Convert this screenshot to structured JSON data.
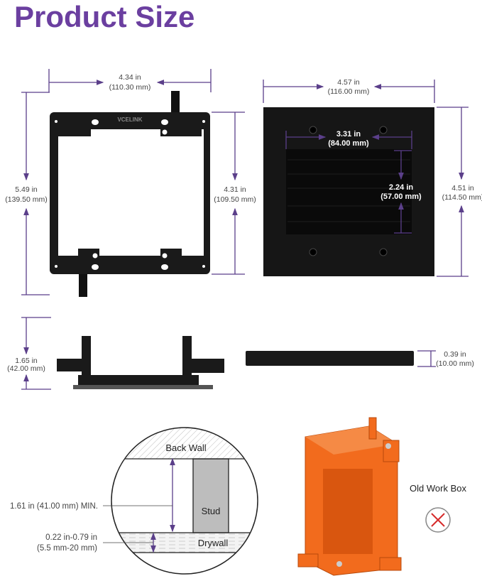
{
  "title": "Product Size",
  "brand_logo": "VCELINK",
  "colors": {
    "title": "#6b3fa0",
    "dimension_lines": "#5b3f8a",
    "box": "#f26b1d",
    "no_mark": "#d62b2b"
  },
  "bracket_front": {
    "width": {
      "in": "4.34 in",
      "mm": "(110.30 mm)"
    },
    "height_total": {
      "in": "5.49 in",
      "mm": "(139.50 mm)"
    },
    "height_frame": {
      "in": "4.31 in",
      "mm": "(109.50 mm)"
    }
  },
  "wall_plate": {
    "width": {
      "in": "4.57 in",
      "mm": "(116.00 mm)"
    },
    "height": {
      "in": "4.51 in",
      "mm": "(114.50 mm)"
    },
    "opening_width": {
      "in": "3.31 in",
      "mm": "(84.00 mm)"
    },
    "opening_height": {
      "in": "2.24 in",
      "mm": "(57.00 mm)"
    }
  },
  "bracket_side": {
    "depth": {
      "in": "1.65 in",
      "mm": "(42.00 mm)"
    }
  },
  "plate_side": {
    "thickness": {
      "in": "0.39 in",
      "mm": "(10.00 mm)"
    }
  },
  "wall_section": {
    "back_wall": "Back Wall",
    "stud": "Stud",
    "drywall": "Drywall",
    "min_depth": "1.61 in (41.00 mm) MIN.",
    "drywall_range_in": "0.22 in-0.79 in",
    "drywall_range_mm": "(5.5 mm-20 mm)"
  },
  "old_work_box": {
    "label": "Old Work Box",
    "status_icon": "x-circle-icon"
  }
}
